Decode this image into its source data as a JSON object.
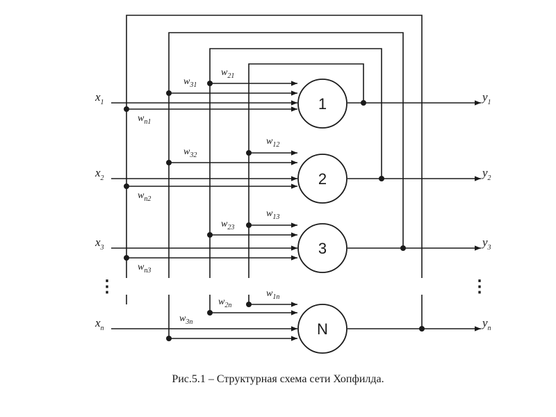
{
  "caption": "Рис.5.1 – Структурная схема сети Хопфилда.",
  "neurons": [
    "1",
    "2",
    "3",
    "N"
  ],
  "inputs": [
    {
      "base": "x",
      "sub": "1"
    },
    {
      "base": "x",
      "sub": "2"
    },
    {
      "base": "x",
      "sub": "3"
    },
    {
      "base": "x",
      "sub": "n"
    }
  ],
  "outputs": [
    {
      "base": "y",
      "sub": "1"
    },
    {
      "base": "y",
      "sub": "2"
    },
    {
      "base": "y",
      "sub": "3"
    },
    {
      "base": "y",
      "sub": "n"
    }
  ],
  "weights": {
    "w21": {
      "base": "w",
      "sub": "21"
    },
    "w31": {
      "base": "w",
      "sub": "31"
    },
    "wn1": {
      "base": "w",
      "sub": "n1"
    },
    "w12": {
      "base": "w",
      "sub": "12"
    },
    "w32": {
      "base": "w",
      "sub": "32"
    },
    "wn2": {
      "base": "w",
      "sub": "n2"
    },
    "w13": {
      "base": "w",
      "sub": "13"
    },
    "w23": {
      "base": "w",
      "sub": "23"
    },
    "wn3": {
      "base": "w",
      "sub": "n3"
    },
    "w1n": {
      "base": "w",
      "sub": "1n"
    },
    "w2n": {
      "base": "w",
      "sub": "2n"
    },
    "w3n": {
      "base": "w",
      "sub": "3n"
    }
  },
  "ellipsis": "⋮"
}
